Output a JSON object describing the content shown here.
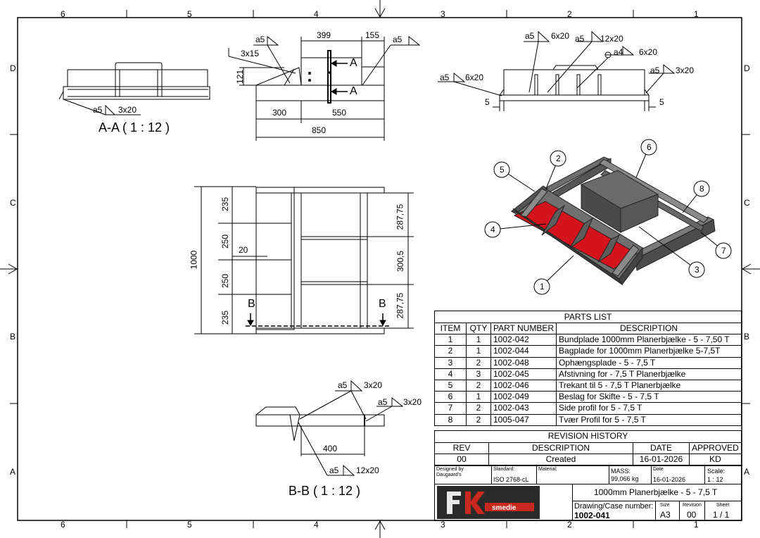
{
  "zones": {
    "columns": [
      "6",
      "5",
      "4",
      "3",
      "2",
      "1"
    ],
    "rows": [
      "D",
      "C",
      "B",
      "A"
    ]
  },
  "views": {
    "aa_title": "A-A ( 1 : 12 )",
    "bb_title": "B-B ( 1 : 12 )"
  },
  "dims": {
    "aa_weld": "a5",
    "aa_weld_size": "3x20",
    "side_a5_left": "a5",
    "side_3x15": "3x15",
    "side_121": "121",
    "side_399": "399",
    "side_155": "155",
    "side_a5_right": "a5",
    "side_300": "300",
    "side_550": "550",
    "side_850": "850",
    "side_A": "A",
    "side_A2": "A",
    "tr_a5_1": "a5",
    "tr_6x20_1": "6x20",
    "tr_a5_2": "a5",
    "tr_12x20": "12x20",
    "tr_a4": "a4",
    "tr_6x20_2": "6x20",
    "tr_a5_3": "a5",
    "tr_6x20_3": "6x20",
    "tr_a5_4": "a5",
    "tr_3x20": "3x20",
    "tr_5_left": "5",
    "tr_5_right": "5",
    "top_1000": "1000",
    "top_235a": "235",
    "top_250a": "250",
    "top_20": "20",
    "top_250b": "250",
    "top_235b": "235",
    "top_287a": "287,75",
    "top_300": "300,5",
    "top_287b": "287,75",
    "top_B": "B",
    "top_B2": "B",
    "bb_a5_1": "a5",
    "bb_3x20_1": "3x20",
    "bb_a5_2": "a5",
    "bb_3x20_2": "3x20",
    "bb_400": "400",
    "bb_a5_3": "a5",
    "bb_12x20": "12x20"
  },
  "balloons": [
    "1",
    "2",
    "3",
    "4",
    "5",
    "6",
    "7",
    "8"
  ],
  "parts_list": {
    "title": "PARTS LIST",
    "headers": [
      "ITEM",
      "QTY",
      "PART NUMBER",
      "DESCRIPTION"
    ],
    "rows": [
      [
        "1",
        "1",
        "1002-042",
        "Bundplade 1000mm Planerbjælke - 5 - 7,50 T"
      ],
      [
        "2",
        "1",
        "1002-044",
        "Bagplade for 1000mm Planerbjælke 5-7,5T"
      ],
      [
        "3",
        "2",
        "1002-048",
        "Ophængsplade - 5 - 7,5 T"
      ],
      [
        "4",
        "3",
        "1002-045",
        "Afstivning for  - 7,5 T Planerbjælke"
      ],
      [
        "5",
        "2",
        "1002-046",
        "Trekant til 5 - 7,5 T Planerbjælke"
      ],
      [
        "6",
        "1",
        "1002-049",
        "Beslag for Skifte - 5 - 7,5 T"
      ],
      [
        "7",
        "2",
        "1002-043",
        "Side profil for 5 - 7,5 T"
      ],
      [
        "8",
        "2",
        "1005-047",
        "Tvær Profil for 5 - 7,5 T"
      ]
    ]
  },
  "revision_history": {
    "title": "REVISION HISTORY",
    "headers": [
      "REV",
      "DESCRIPTION",
      "DATE",
      "APPROVED"
    ],
    "rows": [
      [
        "00",
        "Created",
        "16-01-2026",
        "KD"
      ]
    ]
  },
  "title_block": {
    "designed_by_label": "Designed by",
    "designed_by": "Daugaard's",
    "standard_label": "Standard:",
    "standard": "ISO 2768-cL",
    "material_label": "Material:",
    "mass_label": "MASS:",
    "mass": "99,066 kg",
    "date_label": "Date",
    "date": "16-01-2026",
    "scale_label": "Scale:",
    "scale": "1 : 12",
    "title": "1000mm Planerbjælke - 5 - 7,5 T",
    "drawing_label": "Drawing/Case number:",
    "drawing_number": "1002-041",
    "size_label": "Size",
    "size": "A3",
    "revision_label": "Revision",
    "revision": "00",
    "sheet_label": "Sheet",
    "sheet": "1 / 1",
    "logo_text": "smedie"
  },
  "colors": {
    "line": "#000000",
    "steel": "#5a5a5a",
    "steel_light": "#8a8a8a",
    "blade_red": "#d4141c",
    "logo_bg": "#2a2a2a",
    "logo_accent": "#c8281e"
  }
}
